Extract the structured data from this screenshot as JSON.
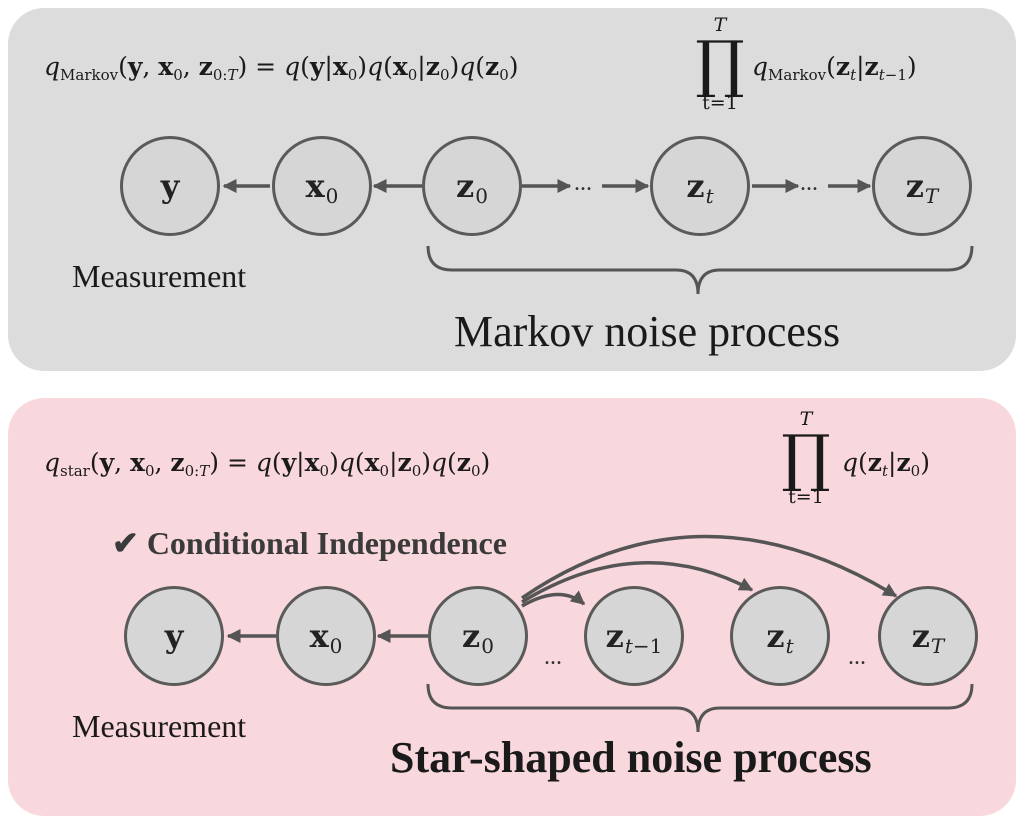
{
  "markov": {
    "formula_lhs_sub": "Markov",
    "formula_factor_sub": "Markov",
    "prod_upper": "T",
    "prod_lower": "t=1",
    "measurement_label": "Measurement",
    "process_label": "Markov noise process",
    "ellipsis": "..."
  },
  "star": {
    "formula_lhs_sub": "star",
    "prod_upper": "T",
    "prod_lower": "t=1",
    "check_glyph": "✔",
    "independence_label": "Conditional Independence",
    "measurement_label": "Measurement",
    "process_label": "Star-shaped noise process",
    "ellipsis": "..."
  },
  "colors": {
    "markov_panel": "#dcdcdc",
    "star_panel": "#f9d8dd",
    "node_fill": "#d6d6d6",
    "node_stroke": "#5a5a5a"
  }
}
